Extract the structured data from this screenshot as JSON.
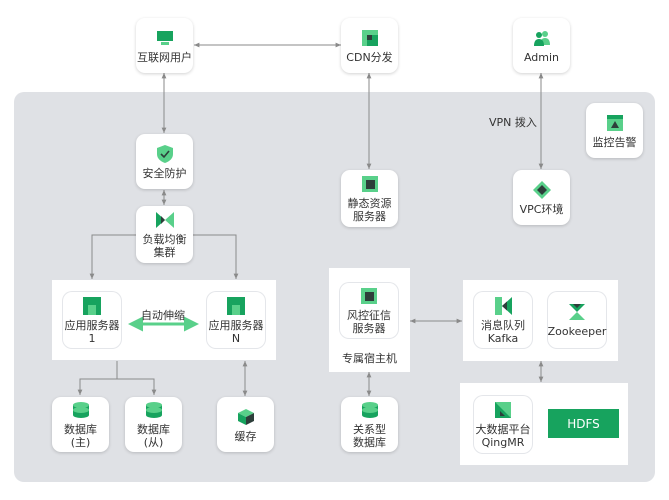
{
  "colors": {
    "green": "#17a35e",
    "light_green": "#59d08a",
    "dark": "#2d3e3a",
    "region": "#dfe1e5",
    "line": "#8a8a8a"
  },
  "nodes": {
    "internet_users": {
      "label": "互联网用户",
      "icon": "monitor-icon"
    },
    "cdn": {
      "label": "CDN分发",
      "icon": "cdn-icon"
    },
    "admin": {
      "label": "Admin",
      "icon": "users-icon"
    },
    "security": {
      "label": "安全防护",
      "icon": "shield-icon"
    },
    "static_resource": {
      "label": "静态资源\n服务器",
      "icon": "server-icon"
    },
    "vpc": {
      "label": "VPC环境",
      "icon": "vpc-icon"
    },
    "monitor": {
      "label": "监控告警",
      "icon": "alarm-icon"
    },
    "load_balancer": {
      "label": "负载均衡\n集群",
      "icon": "load-balancer-icon"
    },
    "app_server_1": {
      "label": "应用服务器\n1",
      "icon": "app-server-icon"
    },
    "app_server_n": {
      "label": "应用服务器\nN",
      "icon": "app-server-icon"
    },
    "risk_server": {
      "label": "风控征信\n服务器",
      "icon": "server-icon"
    },
    "kafka": {
      "label": "消息队列\nKafka",
      "icon": "kafka-icon"
    },
    "zookeeper": {
      "label": "Zookeeper",
      "icon": "zookeeper-icon"
    },
    "db_master": {
      "label": "数据库\n(主)",
      "icon": "database-icon"
    },
    "db_slave": {
      "label": "数据库\n(从)",
      "icon": "database-icon"
    },
    "cache": {
      "label": "缓存",
      "icon": "cache-icon"
    },
    "rdb": {
      "label": "关系型\n数据库",
      "icon": "database-icon"
    },
    "qingmr": {
      "label": "大数据平台\nQingMR",
      "icon": "bigdata-icon"
    }
  },
  "labels": {
    "vpn": "VPN 拨入",
    "autoscale": "自动伸缩",
    "dedicated_host": "专属宿主机",
    "hdfs": "HDFS"
  }
}
